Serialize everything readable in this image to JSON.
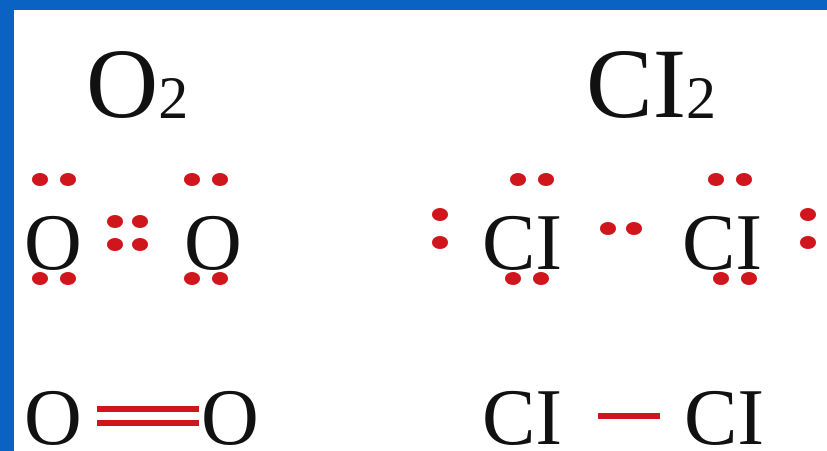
{
  "molecules": [
    {
      "formula": {
        "base": "O",
        "subscript": "2"
      },
      "lewis_atoms": [
        "O",
        "O"
      ],
      "line_atoms": [
        "O",
        "O"
      ],
      "bond_order": 2
    },
    {
      "formula": {
        "base": "CI",
        "subscript": "2"
      },
      "lewis_atoms": [
        "CI",
        "CI"
      ],
      "line_atoms": [
        "CI",
        "CI"
      ],
      "bond_order": 1
    }
  ],
  "colors": {
    "background_frame": "#0a62c4",
    "panel": "#ffffff",
    "text": "#111111",
    "electron": "#d0161d",
    "bond": "#d0161d"
  }
}
